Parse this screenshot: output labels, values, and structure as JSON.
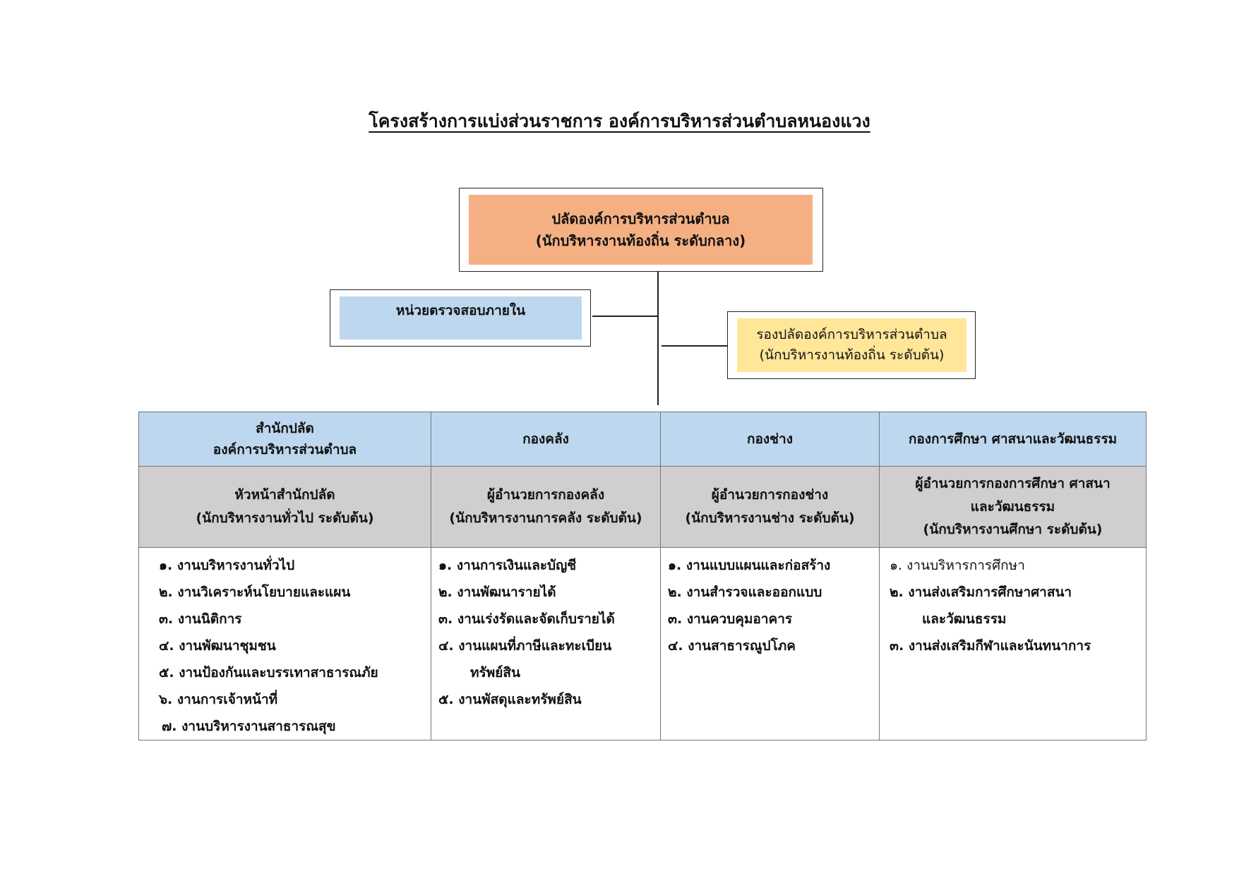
{
  "title": "โครงสร้างการแบ่งส่วนราชการ องค์การบริหารส่วนตำบลหนองแวง",
  "top_box": {
    "line1": "ปลัดองค์การบริหารส่วนตำบล",
    "line2": "(นักบริหารงานท้องถิ่น ระดับกลาง)"
  },
  "audit_box": {
    "label": "หน่วยตรวจสอบภายใน"
  },
  "deputy_box": {
    "line1": "รองปลัดองค์การบริหารส่วนตำบล",
    "line2": "(นักบริหารงานท้องถิ่น ระดับต้น)"
  },
  "divisions": [
    {
      "header": [
        "สำนักปลัด",
        "องค์การบริหารส่วนตำบล"
      ],
      "manager": [
        "หัวหน้าสำนักปลัด",
        "(นักบริหารงานทั่วไป ระดับต้น)"
      ],
      "tasks": [
        "๑. งานบริหารงานทั่วไป",
        "๒. งานวิเคราะห์นโยบายและแผน",
        "๓. งานนิติการ",
        "๔. งานพัฒนาชุมชน",
        "๕. งานป้องกันและบรรเทาสาธารณภัย",
        "๖. งานการเจ้าหน้าที่",
        "๗. งานบริหารงานสาธารณสุข"
      ]
    },
    {
      "header": [
        "กองคลัง"
      ],
      "manager": [
        "ผู้อำนวยการกองคลัง",
        "(นักบริหารงานการคลัง ระดับต้น)"
      ],
      "tasks": [
        "๑. งานการเงินและบัญชี",
        "๒. งานพัฒนารายได้",
        "๓. งานเร่งรัดและจัดเก็บรายได้",
        "๔. งานแผนที่ภาษีและทะเบียน",
        "ทรัพย์สิน",
        "๕. งานพัสดุและทรัพย์สิน"
      ]
    },
    {
      "header": [
        "กองช่าง"
      ],
      "manager": [
        "ผู้อำนวยการกองช่าง",
        "(นักบริหารงานช่าง ระดับต้น)"
      ],
      "tasks": [
        "๑. งานแบบแผนและก่อสร้าง",
        "๒. งานสำรวจและออกแบบ",
        "๓. งานควบคุมอาคาร",
        "๔. งานสาธารณูปโภค"
      ]
    },
    {
      "header": [
        "กองการศึกษา ศาสนาและวัฒนธรรม"
      ],
      "manager": [
        "ผู้อำนวยการกองการศึกษา ศาสนา",
        "และวัฒนธรรม",
        "(นักบริหารงานศึกษา ระดับต้น)"
      ],
      "tasks": [
        "๑. งานบริหารการศึกษา",
        "๒. งานส่งเสริมการศึกษาศาสนา",
        "และวัฒนธรรม",
        "๓. งานส่งเสริมกีฬาและนันทนาการ"
      ]
    }
  ]
}
